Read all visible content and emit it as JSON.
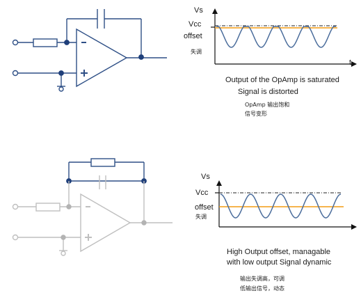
{
  "colors": {
    "circuit_active": "#2e4f86",
    "circuit_faded": "#bfbfbf",
    "node_active": "#1f3f7a",
    "node_faded": "#b3b3b3",
    "offset_line": "#f39c12",
    "waveform": "#4b6d9c",
    "axis": "#111111"
  },
  "top_panel": {
    "axis_y_label": "Vs",
    "axis_x_label": "t",
    "vcc_label": "Vcc",
    "offset_label": "offset",
    "offset_cn_label": "失调",
    "caption_line1": "Output of the OpAmp is saturated",
    "caption_line2": "Signal is distorted",
    "cn_line1": "OpAmp 输出饱和",
    "cn_line2": "信号变形",
    "signal": {
      "cycles": 4,
      "clipped_at_vcc": true
    }
  },
  "bottom_panel": {
    "axis_y_label": "Vs",
    "vcc_label": "Vcc",
    "offset_label": "offset",
    "offset_cn_label": "失调",
    "caption_line1": "High Output offset, managable",
    "caption_line2": "with low output Signal dynamic",
    "cn_line1": "输出失调高，可调",
    "cn_line2": "低输出信号，动态",
    "signal": {
      "cycles": 4,
      "clipped_at_vcc": false
    }
  }
}
